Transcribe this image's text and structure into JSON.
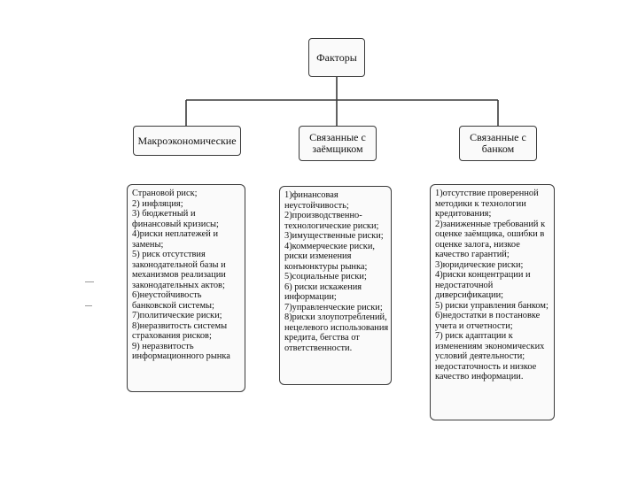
{
  "root": {
    "label": "Факторы"
  },
  "categories": [
    {
      "label": "Макроэкономические",
      "items": [
        "Страновой риск;",
        "2) инфляция;",
        "3) бюджетный и",
        "финансовый кризисы;",
        "4)риски неплатежей и",
        "замены;",
        "5) риск отсутствия",
        "законодательной базы и",
        "механизмов реализации",
        "законодательных актов;",
        "6)неустойчивость",
        "банковской системы;",
        "7)политические риски;",
        "8)неразвитость системы",
        "страхования рисков;",
        "9) неразвитость",
        "информационного рынка"
      ]
    },
    {
      "label": "Связанные с заёмщиком",
      "items": [
        "1)финансовая",
        "неустойчивость;",
        "2)производственно-",
        "технологические риски;",
        "3)имущественные риски;",
        "4)коммерческие риски,",
        "риски изменения",
        "конъюнктуры рынка;",
        "5)социальные риски;",
        "6) риски искажения",
        "информации;",
        "7)управленческие риски;",
        "8)риски злоупотреблений,",
        "нецелевого использования",
        "кредита, бегства от",
        "ответственности."
      ]
    },
    {
      "label": "Связанные с банком",
      "items": [
        "1)отсутствие проверенной",
        "методики к  технологии",
        "кредитования;",
        "2)заниженные требований к",
        "оценке заёмщика, ошибки в",
        "оценке залога, низкое",
        "качество гарантий;",
        "3)юридические риски;",
        "4)риски концентрации и",
        "недостаточной",
        "диверсификации;",
        "5) риски управления банком;",
        "6)недостатки в постановке",
        "учета и отчетности;",
        "7) риск адаптации к",
        "изменениям экономических",
        "условий деятельности;",
        "недостаточность и низкое",
        "качество информации."
      ]
    }
  ]
}
